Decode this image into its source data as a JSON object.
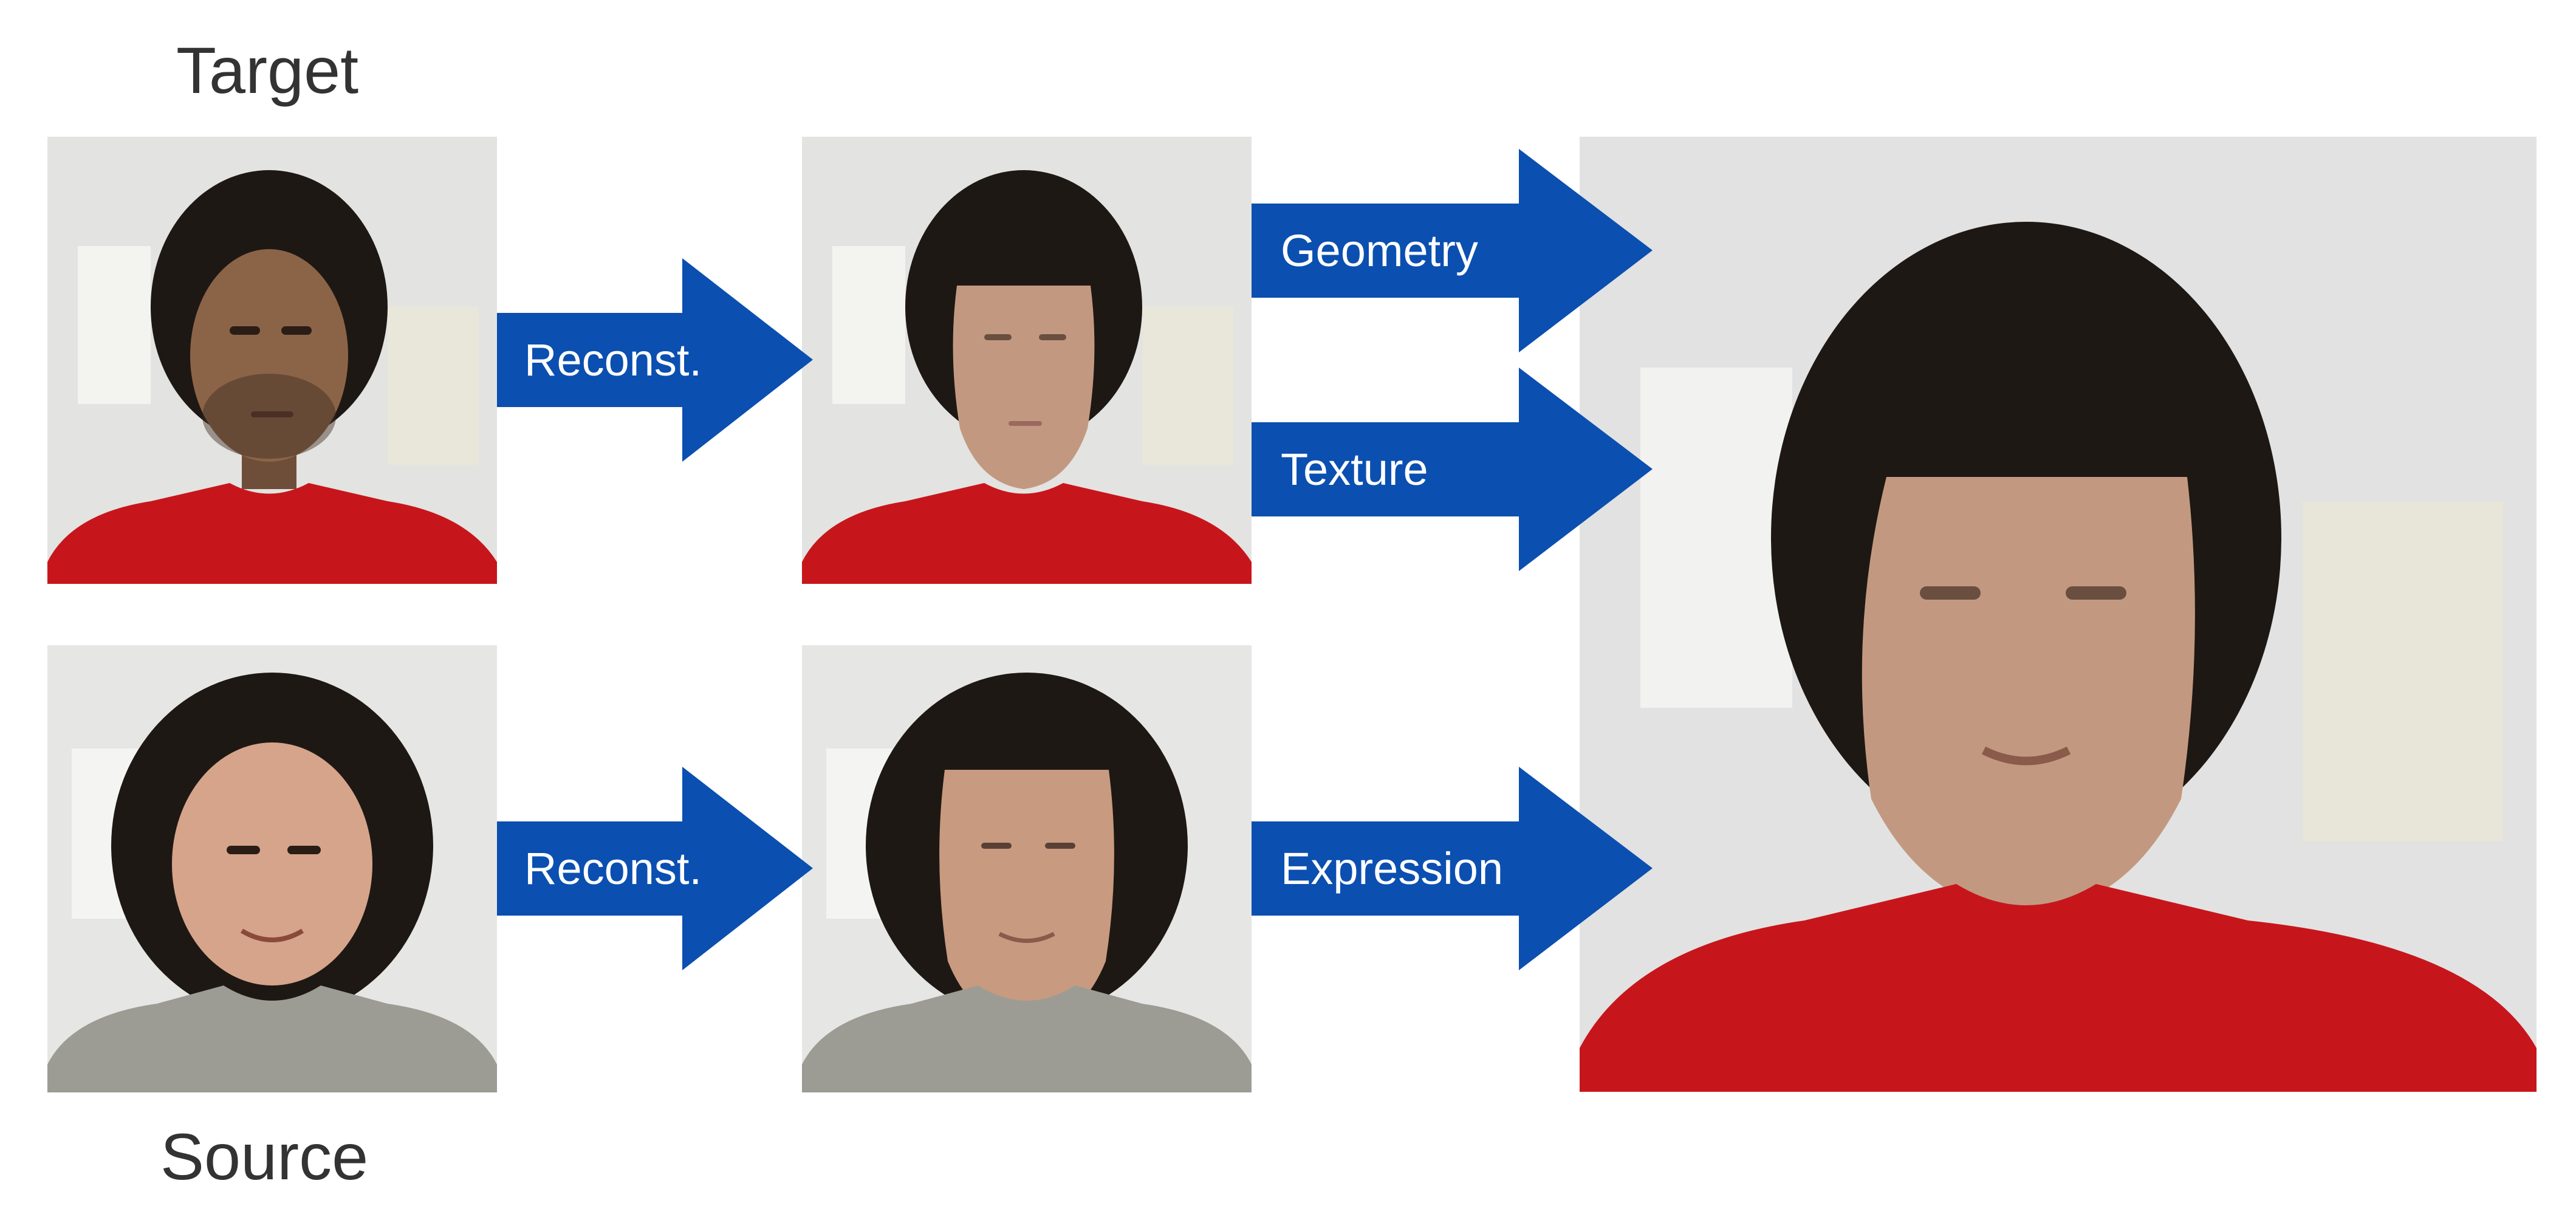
{
  "labels": {
    "target": "Target",
    "source": "Source"
  },
  "arrows": {
    "reconst_top": "Reconst.",
    "reconst_bottom": "Reconst.",
    "geometry": "Geometry",
    "texture": "Texture",
    "expression": "Expression"
  },
  "colors": {
    "arrow": "#0B4FB0",
    "background_wall": "#E2E2E2",
    "target_shirt": "#C7161B",
    "source_shirt": "#9C9C94",
    "dark_hair": "#1E1814",
    "target_skin": "#8B6448",
    "model_skin": "#C29980",
    "source_skin": "#D6A48A"
  }
}
